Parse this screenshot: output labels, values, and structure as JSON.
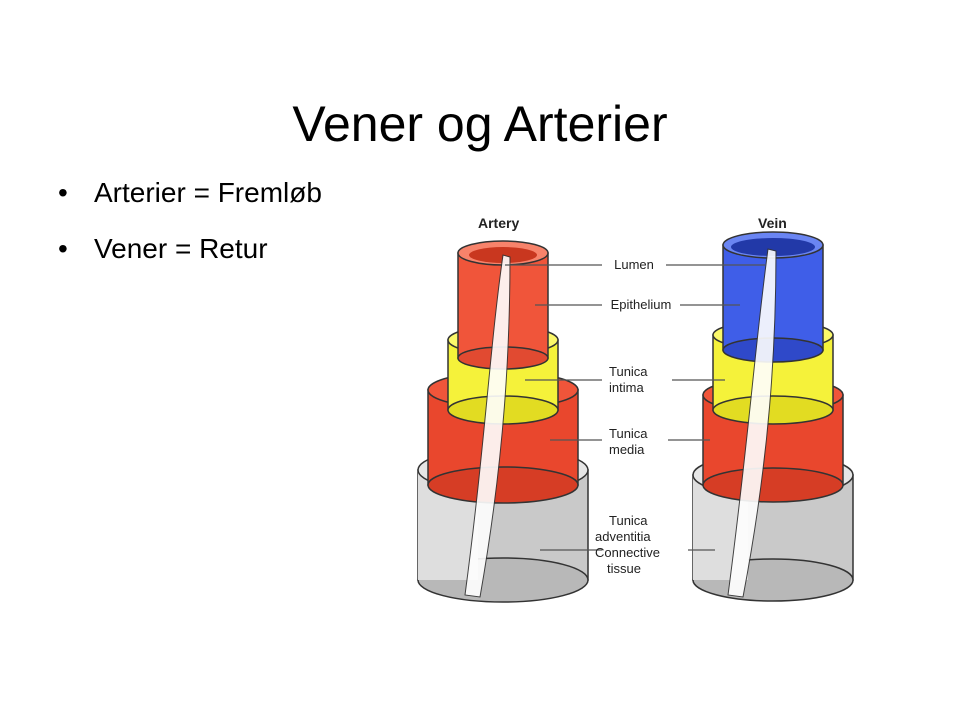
{
  "slide": {
    "title": "Vener og Arterier",
    "bullets": [
      {
        "text": "Arterier = Fremløb"
      },
      {
        "text": "Vener = Retur"
      }
    ]
  },
  "figure": {
    "artery_heading": "Artery",
    "vein_heading": "Vein",
    "labels": {
      "lumen": [
        "Lumen"
      ],
      "epithelium": [
        "Epithelium"
      ],
      "tunica_intima": [
        "Tunica",
        "intima"
      ],
      "tunica_media": [
        "Tunica",
        "media"
      ],
      "tunica_adventitia": [
        "Tunica",
        "adventitia",
        "Connective",
        "tissue"
      ]
    },
    "colors": {
      "artery_red": "#f0553a",
      "vein_blue": "#3f5ee8",
      "intima_yellow": "#f5f23a",
      "adventitia_gray": "#cccccc",
      "leader_line": "#555555"
    }
  }
}
